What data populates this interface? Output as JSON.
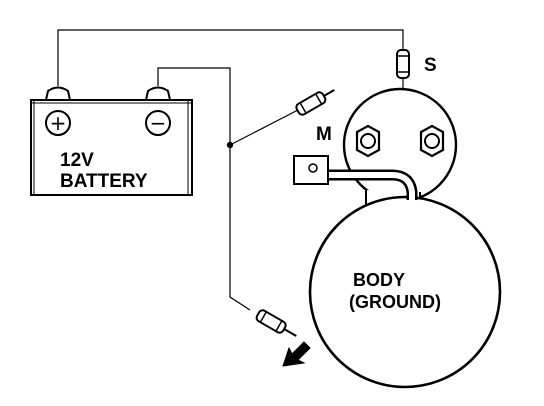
{
  "battery": {
    "label_line1": "12V",
    "label_line2": "BATTERY",
    "positive_symbol": "+",
    "negative_symbol": "−"
  },
  "starter": {
    "terminal_s": "S",
    "terminal_m": "M",
    "body_line1": "BODY",
    "body_line2": "(GROUND)"
  },
  "icons": [
    "battery-icon",
    "probe-icon",
    "arrow-icon",
    "bolt-icon"
  ],
  "colors": {
    "ink": "#000000",
    "paper": "#ffffff"
  }
}
